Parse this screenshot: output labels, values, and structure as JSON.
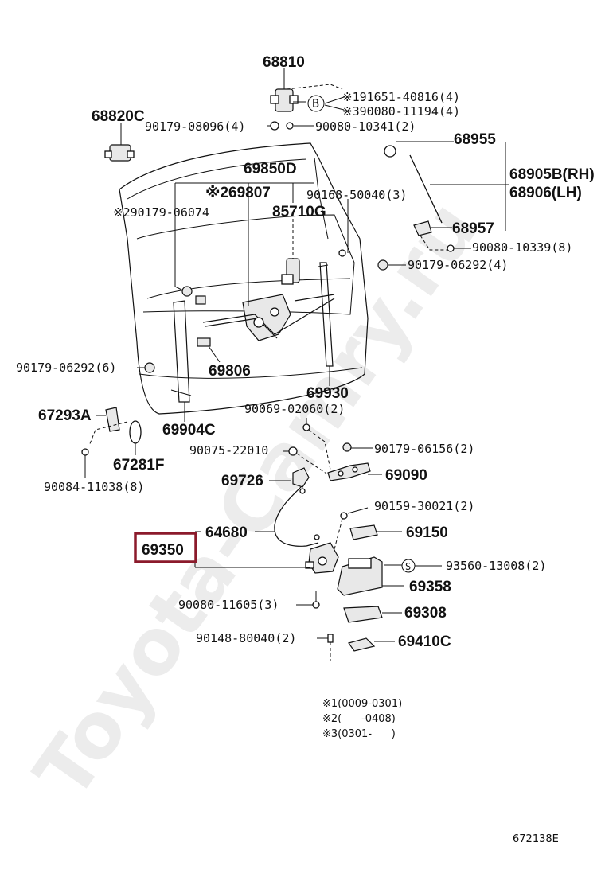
{
  "watermark": "Toyota-Camry.ru",
  "highlight": {
    "color": "#8b1a2b",
    "part": "69350"
  },
  "callouts": {
    "c68810": "68810",
    "c191651": "※191651-40816(4)",
    "c390080": "※390080-11194(4)",
    "cB": "B",
    "c68820C": "68820C",
    "c90179_08096": "90179-08096(4)",
    "c90080_10341": "90080-10341(2)",
    "c68955": "68955",
    "c68905B": "68905B(RH)",
    "c68906": "68906(LH)",
    "c69850D": "69850D",
    "c269807": "※269807",
    "c90168_50040": "90168-50040(3)",
    "c290179": "※290179-06074",
    "c85710G": "85710G",
    "c68957": "68957",
    "c90080_10339": "90080-10339(8)",
    "c90179_06292a": "90179-06292(4)",
    "c90179_06292b": "90179-06292(6)",
    "c69806": "69806",
    "c69930": "69930",
    "c67293A": "67293A",
    "c90069_02060": "90069-02060(2)",
    "c69904C": "69904C",
    "c90075_22010": "90075-22010",
    "c90179_06156": "90179-06156(2)",
    "c67281F": "67281F",
    "c90084_11038": "90084-11038(8)",
    "c69726": "69726",
    "c69090": "69090",
    "c90159_30021": "90159-30021(2)",
    "c64680": "64680",
    "c69150": "69150",
    "c69350": "69350",
    "cS": "S",
    "c93560_13008": "93560-13008(2)",
    "c69358": "69358",
    "c90080_11605": "90080-11605(3)",
    "c69308": "69308",
    "c90148_80040": "90148-80040(2)",
    "c69410C": "69410C"
  },
  "notes": {
    "n1": "※1(0009-0301)",
    "n2": "※2(      -0408)",
    "n3": "※3(0301-      )"
  },
  "diagram_code": "672138E"
}
